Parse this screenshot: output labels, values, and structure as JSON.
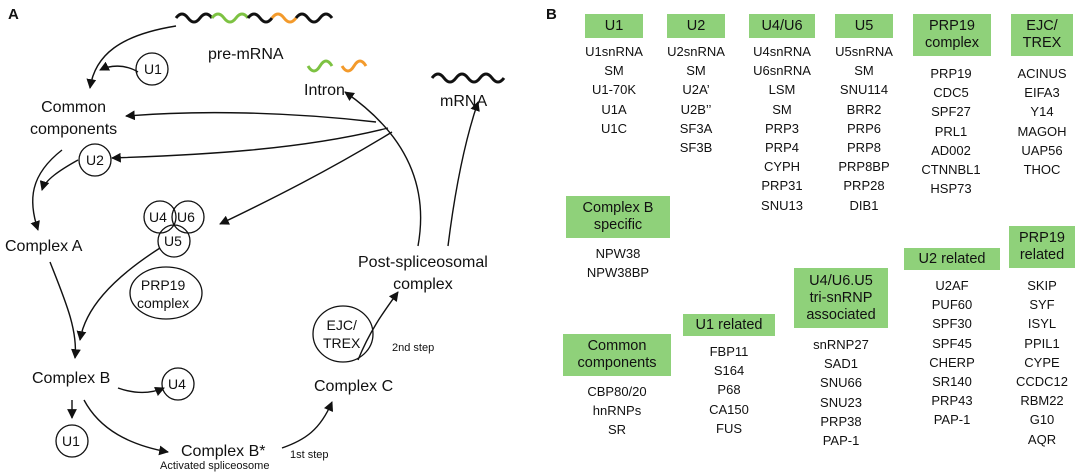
{
  "panelA": {
    "letter": "A",
    "pre_mrna": "pre-mRNA",
    "intron": "Intron",
    "mrna": "mRNA",
    "u1_top": "U1",
    "common": [
      "Common",
      "components"
    ],
    "u2": "U2",
    "u4": "U4",
    "u6": "U6",
    "u5": "U5",
    "complex_a": "Complex A",
    "prp19": [
      "PRP19",
      "complex"
    ],
    "complex_b": "Complex B",
    "u4_release": "U4",
    "u1_release": "U1",
    "complex_bstar": "Complex B*",
    "activated": "Activated spliceosome",
    "step1": "1st step",
    "complex_c": "Complex C",
    "step2": "2nd step",
    "ejc": [
      "EJC/",
      "TREX"
    ],
    "post": [
      "Post-spliceosomal",
      "complex"
    ]
  },
  "panelB": {
    "letter": "B",
    "groups": [
      {
        "header": [
          "U1"
        ],
        "items": [
          "U1snRNA",
          "SM",
          "U1-70K",
          "U1A",
          "U1C"
        ]
      },
      {
        "header": [
          "U2"
        ],
        "items": [
          "U2snRNA",
          "SM",
          "U2A’",
          "U2B’’",
          "SF3A",
          "SF3B"
        ]
      },
      {
        "header": [
          "U4/U6"
        ],
        "items": [
          "U4snRNA",
          "U6snRNA",
          "LSM",
          "SM",
          "PRP3",
          "PRP4",
          "CYPH",
          "PRP31",
          "SNU13"
        ]
      },
      {
        "header": [
          "U5"
        ],
        "items": [
          "U5snRNA",
          "SM",
          "SNU114",
          "BRR2",
          "PRP6",
          "PRP8",
          "PRP8BP",
          "PRP28",
          "DIB1"
        ]
      },
      {
        "header": [
          "PRP19",
          "complex"
        ],
        "items": [
          "PRP19",
          "CDC5",
          "SPF27",
          "PRL1",
          "AD002",
          "CTNNBL1",
          "HSP73"
        ]
      },
      {
        "header": [
          "EJC/",
          "TREX"
        ],
        "items": [
          "ACINUS",
          "EIFA3",
          "Y14",
          "MAGOH",
          "UAP56",
          "THOC"
        ]
      },
      {
        "header": [
          "Complex B",
          "specific"
        ],
        "items": [
          "NPW38",
          "NPW38BP"
        ]
      },
      {
        "header": [
          "Common",
          "components"
        ],
        "items": [
          "CBP80/20",
          "hnRNPs",
          "SR"
        ]
      },
      {
        "header": [
          "U1 related"
        ],
        "items": [
          "FBP11",
          "S164",
          "P68",
          "CA150",
          "FUS"
        ]
      },
      {
        "header": [
          "U4/U6.U5",
          "tri-snRNP",
          "associated"
        ],
        "items": [
          "snRNP27",
          "SAD1",
          "SNU66",
          "SNU23",
          "PRP38",
          "PAP-1"
        ]
      },
      {
        "header": [
          "U2 related"
        ],
        "items": [
          "U2AF",
          "PUF60",
          "SPF30",
          "SPF45",
          "CHERP",
          "SR140",
          "PRP43",
          "PAP-1"
        ]
      },
      {
        "header": [
          "PRP19",
          "related"
        ],
        "items": [
          "SKIP",
          "SYF",
          "ISYL",
          "PPIL1",
          "CYPE",
          "CCDC12",
          "RBM22",
          "G10",
          "AQR"
        ]
      }
    ]
  }
}
